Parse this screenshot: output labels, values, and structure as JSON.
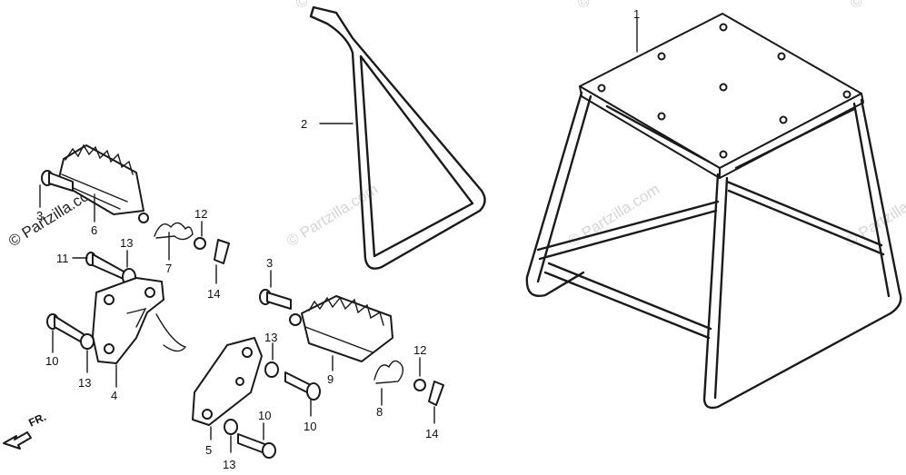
{
  "watermark_text": "© Partzilla.com",
  "front_label": "FR.",
  "callouts": {
    "c1": "1",
    "c2": "2",
    "c3a": "3",
    "c3b": "3",
    "c4": "4",
    "c5": "5",
    "c6": "6",
    "c7": "7",
    "c8": "8",
    "c9": "9",
    "c10a": "10",
    "c10b": "10",
    "c10c": "10",
    "c11": "11",
    "c12a": "12",
    "c12b": "12",
    "c13a": "13",
    "c13b": "13",
    "c13c": "13",
    "c13d": "13",
    "c14a": "14",
    "c14b": "14"
  }
}
